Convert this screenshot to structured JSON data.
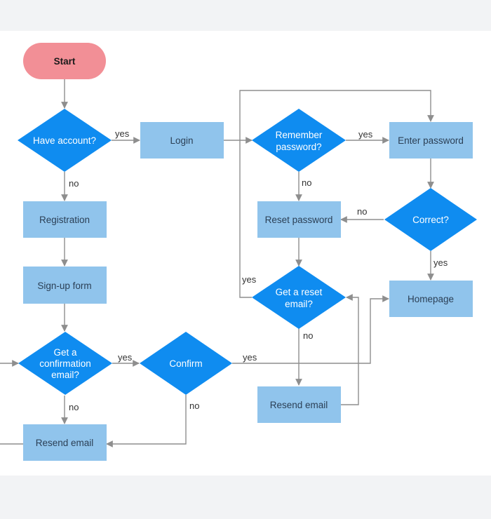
{
  "colors": {
    "start_fill": "#f28f96",
    "decision_fill": "#0f8cf0",
    "process_fill": "#90c4ec",
    "edge": "#8e8e8e",
    "decision_text": "#ffffff",
    "process_text": "#2b3f55",
    "start_text": "#1a1a1a"
  },
  "nodes": {
    "start": "Start",
    "have_account": "Have account?",
    "login": "Login",
    "remember_password": [
      "Remember",
      "password?"
    ],
    "enter_password": "Enter password",
    "registration": "Registration",
    "reset_password": "Reset password",
    "correct": "Correct?",
    "signup_form": "Sign-up form",
    "get_reset_email": [
      "Get a reset",
      "email?"
    ],
    "homepage": "Homepage",
    "get_confirmation_email": [
      "Get a",
      "confirmation",
      "email?"
    ],
    "confirm": "Confirm",
    "resend_email_right": "Resend email",
    "resend_email_left": "Resend email"
  },
  "edge_labels": {
    "have_account_yes": "yes",
    "have_account_no": "no",
    "remember_yes": "yes",
    "remember_no": "no",
    "correct_no": "no",
    "correct_yes": "yes",
    "reset_email_yes": "yes",
    "reset_email_no": "no",
    "confirmation_yes": "yes",
    "confirmation_no": "no",
    "confirm_yes": "yes",
    "confirm_no": "no"
  }
}
